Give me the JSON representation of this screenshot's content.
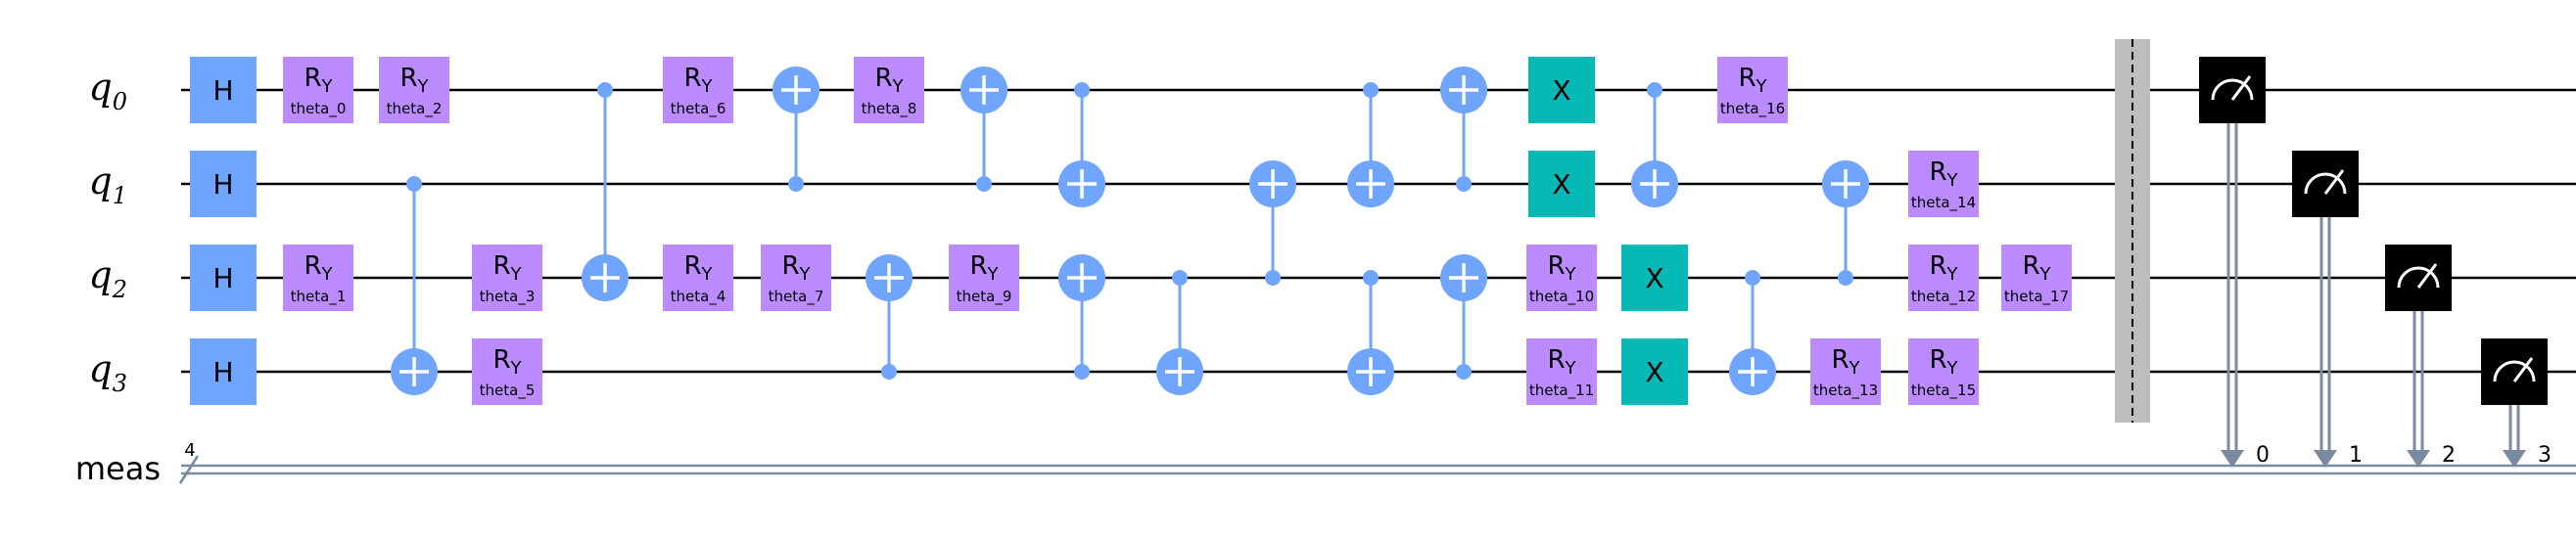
{
  "circuit": {
    "qubits": [
      {
        "letter": "q",
        "index": "0"
      },
      {
        "letter": "q",
        "index": "1"
      },
      {
        "letter": "q",
        "index": "2"
      },
      {
        "letter": "q",
        "index": "3"
      }
    ],
    "classical_register": {
      "label": "meas",
      "width": "4"
    },
    "gate_colors": {
      "h": "#6fa4ff",
      "ry": "#bb8bff",
      "x": "#05bab6",
      "cnot": "#6fa4ff",
      "measure": "#000000",
      "barrier": "#bdbdbd",
      "classical": "#7a8aa0"
    },
    "h_gates": [
      {
        "label": "H",
        "qubit": 0,
        "column": 1
      },
      {
        "label": "H",
        "qubit": 1,
        "column": 1
      },
      {
        "label": "H",
        "qubit": 2,
        "column": 1
      },
      {
        "label": "H",
        "qubit": 3,
        "column": 1
      }
    ],
    "ry_gates": [
      {
        "param": "theta_0",
        "qubit": 0,
        "column": 2
      },
      {
        "param": "theta_2",
        "qubit": 0,
        "column": 3
      },
      {
        "param": "theta_1",
        "qubit": 2,
        "column": 2
      },
      {
        "param": "theta_3",
        "qubit": 2,
        "column": 4
      },
      {
        "param": "theta_5",
        "qubit": 3,
        "column": 4
      },
      {
        "param": "theta_6",
        "qubit": 0,
        "column": 6
      },
      {
        "param": "theta_4",
        "qubit": 2,
        "column": 6
      },
      {
        "param": "theta_8",
        "qubit": 0,
        "column": 8
      },
      {
        "param": "theta_7",
        "qubit": 2,
        "column": 7
      },
      {
        "param": "theta_9",
        "qubit": 2,
        "column": 9
      },
      {
        "param": "theta_10",
        "qubit": 2,
        "column": 15
      },
      {
        "param": "theta_11",
        "qubit": 3,
        "column": 15
      },
      {
        "param": "theta_16",
        "qubit": 0,
        "column": 17
      },
      {
        "param": "theta_13",
        "qubit": 3,
        "column": 18
      },
      {
        "param": "theta_14",
        "qubit": 1,
        "column": 19
      },
      {
        "param": "theta_12",
        "qubit": 2,
        "column": 19
      },
      {
        "param": "theta_15",
        "qubit": 3,
        "column": 19
      },
      {
        "param": "theta_17",
        "qubit": 2,
        "column": 20
      }
    ],
    "ry_symbol": {
      "main": "R",
      "sub": "Y"
    },
    "x_gates": [
      {
        "label": "X",
        "qubit": 0,
        "column": 15
      },
      {
        "label": "X",
        "qubit": 1,
        "column": 15
      },
      {
        "label": "X",
        "qubit": 2,
        "column": 16
      },
      {
        "label": "X",
        "qubit": 3,
        "column": 16
      }
    ],
    "cnots": [
      {
        "control": 1,
        "target": 3,
        "column": 3
      },
      {
        "control": 0,
        "target": 2,
        "column": 5
      },
      {
        "control": 1,
        "target": 0,
        "column": 7
      },
      {
        "control": 1,
        "target": 0,
        "column": 9
      },
      {
        "control": 3,
        "target": 2,
        "column": 8
      },
      {
        "control": 0,
        "target": 1,
        "column": 10
      },
      {
        "control": 3,
        "target": 2,
        "column": 10
      },
      {
        "control": 2,
        "target": 3,
        "column": 11
      },
      {
        "control": 2,
        "target": 1,
        "column": 12
      },
      {
        "control": 0,
        "target": 1,
        "column": 13
      },
      {
        "control": 2,
        "target": 3,
        "column": 13
      },
      {
        "control": 1,
        "target": 0,
        "column": 14
      },
      {
        "control": 3,
        "target": 2,
        "column": 14
      },
      {
        "control": 0,
        "target": 1,
        "column": 16
      },
      {
        "control": 2,
        "target": 3,
        "column": 17
      },
      {
        "control": 2,
        "target": 1,
        "column": 18
      }
    ],
    "measurements": [
      {
        "qubit": 0,
        "bit_label": "0"
      },
      {
        "qubit": 1,
        "bit_label": "1"
      },
      {
        "qubit": 2,
        "bit_label": "2"
      },
      {
        "qubit": 3,
        "bit_label": "3"
      }
    ]
  }
}
